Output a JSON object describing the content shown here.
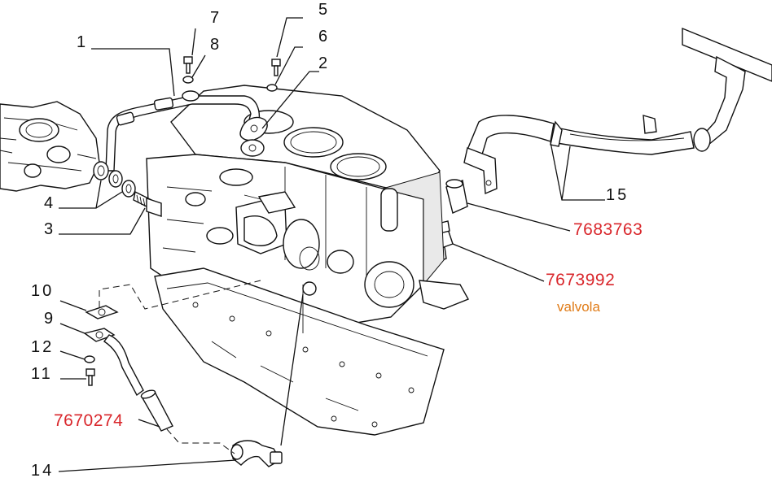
{
  "callouts": {
    "c1": "1",
    "c2": "2",
    "c3": "3",
    "c4": "4",
    "c5": "5",
    "c6": "6",
    "c7": "7",
    "c8": "8",
    "c9": "9",
    "c10": "10",
    "c11": "11",
    "c12": "12",
    "c14": "14",
    "c15": "15"
  },
  "part_numbers": {
    "hose": "7683763",
    "valve": "7673992",
    "lower_hose": "7670274"
  },
  "notes": {
    "valve_label": "valvola"
  },
  "colors": {
    "part_number": "#d9262b",
    "note": "#e07b17",
    "line": "#111111"
  }
}
